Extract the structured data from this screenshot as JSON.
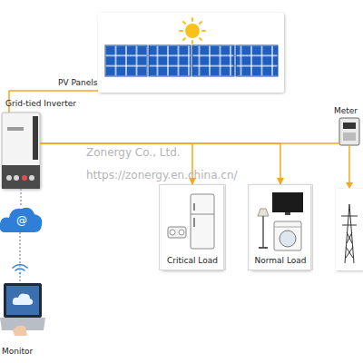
{
  "diagram": {
    "nodes": [
      {
        "text": [
          "PV Panels"
        ]
      },
      {
        "text": [
          "Grid-tied Inverter"
        ]
      },
      {
        "text": [
          "Meter"
        ]
      },
      {
        "text": [
          "Critical Load"
        ]
      },
      {
        "text": [
          "Normal Load"
        ]
      },
      {
        "text": [
          "@"
        ]
      },
      {
        "text": [
          "Monitor"
        ]
      }
    ],
    "edges": [
      {
        "from": 1,
        "to": 0,
        "arrow": "none"
      },
      {
        "from": 1,
        "to": 3,
        "arrow": "to"
      },
      {
        "from": 1,
        "to": 4,
        "arrow": "to"
      },
      {
        "from": 1,
        "to": 2,
        "arrow": "none"
      },
      {
        "from": 1,
        "to": 5,
        "arrow": "none"
      },
      {
        "from": 5,
        "to": 6,
        "arrow": "none"
      }
    ],
    "labels": [
      "Zonergy Co., Ltd.",
      "https://zonergy.en.china.cn/"
    ]
  }
}
